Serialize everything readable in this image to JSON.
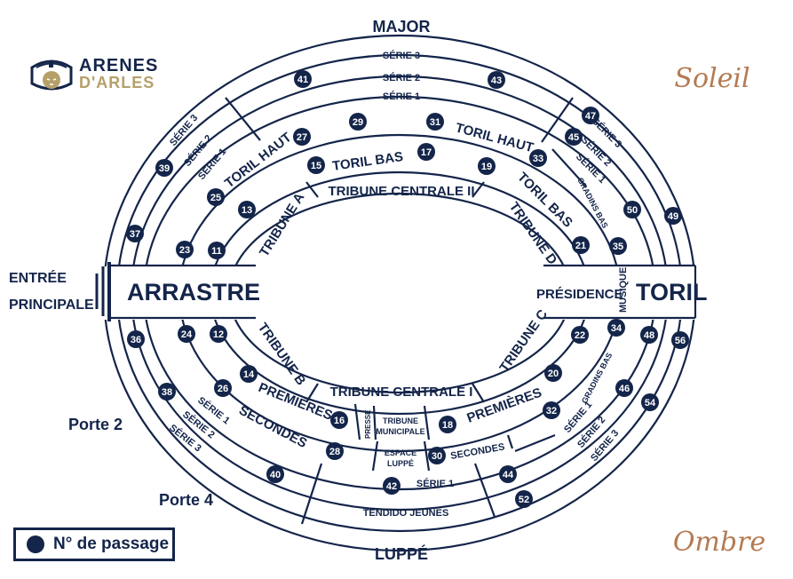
{
  "logo": {
    "line1": "ARENES",
    "line2": "D'ARLES"
  },
  "compass": {
    "top": "MAJOR",
    "bottom": "LUPPÉ"
  },
  "exposure": {
    "sun": "Soleil",
    "shade": "Ombre"
  },
  "entrance": {
    "line1": "ENTRÉE",
    "line2": "PRINCIPALE"
  },
  "gates": {
    "porte2": "Porte 2",
    "porte4": "Porte 4"
  },
  "ends": {
    "west": "ARRASTRE",
    "east": "TORIL",
    "presidence": "PRÉSIDENCE",
    "musique": "MUSIQUE"
  },
  "sections": {
    "tribune_a": "TRIBUNE A",
    "tribune_b": "TRIBUNE B",
    "tribune_c": "TRIBUNE C",
    "tribune_d": "TRIBUNE D",
    "tribune_centrale_1": "TRIBUNE CENTRALE I",
    "tribune_centrale_2": "TRIBUNE CENTRALE II",
    "toril_bas_top": "TORIL BAS",
    "toril_bas_right": "TORIL BAS",
    "toril_haut_left": "TORIL HAUT",
    "toril_haut_right": "TORIL HAUT",
    "premieres_left": "PREMIÈRES",
    "premieres_right": "PREMIÈRES",
    "secondes_left": "SECONDES",
    "secondes_right": "SECONDES",
    "presse": "PRESSE",
    "tribune_municipale_1": "TRIBUNE",
    "tribune_municipale_2": "MUNICIPALE",
    "espace_luppe_1": "ESPACE",
    "espace_luppe_2": "LUPPÉ",
    "tendido_jeunes": "TENDIDO JEUNES",
    "gradins_bas_top": "GRADINS BAS",
    "gradins_bas_bottom": "GRADINS BAS"
  },
  "series": {
    "s1": "SÉRIE 1",
    "s2": "SÉRIE 2",
    "s3": "SÉRIE 3"
  },
  "passages": [
    "11",
    "12",
    "13",
    "14",
    "15",
    "16",
    "17",
    "18",
    "19",
    "20",
    "21",
    "22",
    "23",
    "24",
    "25",
    "26",
    "27",
    "28",
    "29",
    "30",
    "31",
    "32",
    "33",
    "34",
    "35",
    "36",
    "37",
    "38",
    "39",
    "40",
    "41",
    "42",
    "43",
    "44",
    "45",
    "46",
    "47",
    "48",
    "49",
    "50",
    "52",
    "54",
    "56"
  ],
  "legend": {
    "label": "N° de passage"
  },
  "colors": {
    "navy": "#14254a",
    "gold": "#b5a06a",
    "copper": "#b57a52"
  }
}
